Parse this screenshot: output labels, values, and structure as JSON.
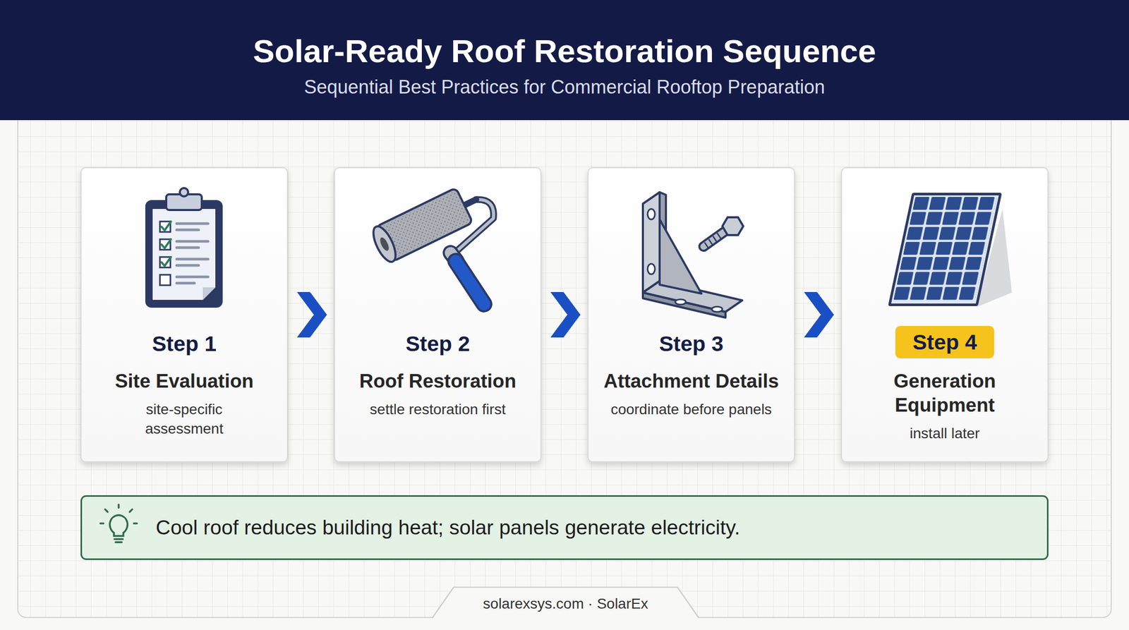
{
  "diagram": {
    "title": "Solar-Ready Roof Restoration Sequence",
    "nodes": [
      {
        "text": [
          "Step 1",
          "Site Evaluation",
          "site-specific assessment"
        ]
      },
      {
        "text": [
          "Step 2",
          "Roof Restoration",
          "settle restoration first"
        ]
      },
      {
        "text": [
          "Step 3",
          "Attachment Details",
          "coordinate before panels"
        ]
      },
      {
        "text": [
          "Generation Equipment",
          "install later"
        ]
      },
      {
        "text": [
          "Step 4"
        ],
        "in": 3
      },
      {
        "text": [
          "Cool roof reduces building heat; solar panels generate electricity."
        ]
      },
      {
        "text": [
          "solarexsys.com · SolarEx"
        ]
      }
    ],
    "edges": [
      {
        "from": 0,
        "to": 1,
        "arrow": "to"
      },
      {
        "from": 1,
        "to": 2,
        "arrow": "to"
      },
      {
        "from": 2,
        "to": 3,
        "arrow": "to"
      }
    ],
    "labels": [
      "Sequential Best Practices for Commercial Rooftop Preparation"
    ]
  }
}
